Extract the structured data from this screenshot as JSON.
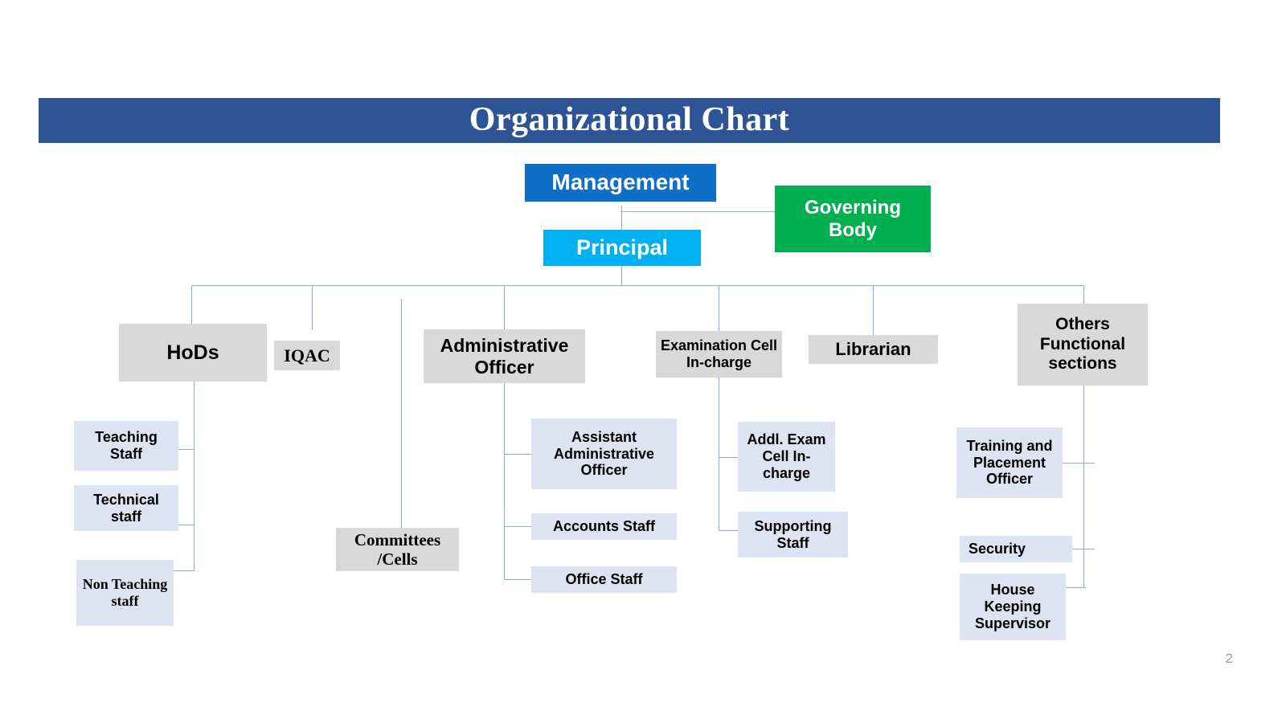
{
  "slide": {
    "title": "Organizational Chart",
    "page_number": "2",
    "colors": {
      "banner": "#2e5496",
      "management": "#0f6fc6",
      "principal": "#00b0f0",
      "governing_body": "#00b050",
      "section_box": "#d9d9d9",
      "leaf_box": "#dce3f1",
      "connector": "#8faadc"
    }
  },
  "chart_data": {
    "type": "diagram",
    "title": "Organizational Chart",
    "nodes": {
      "management": "Management",
      "principal": "Principal",
      "governing_body": "Governing Body",
      "hods": "HoDs",
      "iqac": "IQAC",
      "administrative_officer": "Administrative Officer",
      "examination_cell_incharge": "Examination Cell In-charge",
      "librarian": "Librarian",
      "others_functional_sections": "Others Functional sections",
      "teaching_staff": "Teaching Staff",
      "technical_staff": "Technical staff",
      "non_teaching_staff": "Non Teaching staff",
      "committees_cells": "Committees /Cells",
      "assistant_administrative_officer": "Assistant Administrative Officer",
      "accounts_staff": "Accounts Staff",
      "office_staff": "Office Staff",
      "addl_exam_cell_incharge": "Addl. Exam Cell In-charge",
      "supporting_staff": "Supporting Staff",
      "training_placement_officer": "Training and Placement Officer",
      "security": "Security",
      "house_keeping_supervisor": "House Keeping Supervisor"
    },
    "edges": [
      [
        "management",
        "governing_body"
      ],
      [
        "management",
        "principal"
      ],
      [
        "principal",
        "hods"
      ],
      [
        "principal",
        "iqac"
      ],
      [
        "principal",
        "committees_cells"
      ],
      [
        "principal",
        "administrative_officer"
      ],
      [
        "principal",
        "examination_cell_incharge"
      ],
      [
        "principal",
        "librarian"
      ],
      [
        "principal",
        "others_functional_sections"
      ],
      [
        "hods",
        "teaching_staff"
      ],
      [
        "hods",
        "technical_staff"
      ],
      [
        "hods",
        "non_teaching_staff"
      ],
      [
        "administrative_officer",
        "assistant_administrative_officer"
      ],
      [
        "administrative_officer",
        "accounts_staff"
      ],
      [
        "administrative_officer",
        "office_staff"
      ],
      [
        "examination_cell_incharge",
        "addl_exam_cell_incharge"
      ],
      [
        "examination_cell_incharge",
        "supporting_staff"
      ],
      [
        "others_functional_sections",
        "training_placement_officer"
      ],
      [
        "others_functional_sections",
        "security"
      ],
      [
        "others_functional_sections",
        "house_keeping_supervisor"
      ]
    ]
  }
}
